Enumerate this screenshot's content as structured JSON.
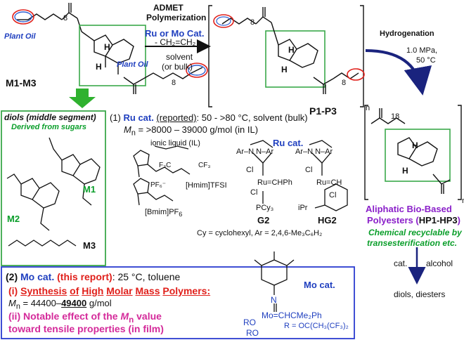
{
  "colors": {
    "green_box": "#3aa84a",
    "blue_box": "#2a3bd0",
    "ru_blue": "#1f3fbf",
    "oil_red": "#e0201b",
    "hydro_arrow": "#1a237e",
    "derived_green": "#0a9e2a",
    "product_purple": "#8a1fc9",
    "mo_magenta": "#d42a9a",
    "ellipse_blue": "#2f5fd0"
  },
  "monomer": {
    "plant_oil_left": "Plant Oil",
    "plant_oil_right": "Plant Oil",
    "subscript_8_top": "8",
    "subscript_8_bottom": "8",
    "label": "M1-M3",
    "H": "H"
  },
  "reaction1": {
    "title_line1": "ADMET",
    "title_line2": "Polymerization",
    "catalyst": "Ru or Mo Cat.",
    "byproduct": "- CH₂=CH₂",
    "solvent_line1": "solvent",
    "solvent_line2": "(or bulk)"
  },
  "polymer": {
    "label": "P1-P3",
    "n": "n",
    "subscript_8_top": "8",
    "subscript_8_bottom": "8"
  },
  "hydrogenation": {
    "title": "Hydrogenation",
    "pressure": "1.0 MPa,",
    "temp": "50 °C"
  },
  "hydrogenated": {
    "subscript_18": "18",
    "n": "n",
    "name_line1": "Aliphatic Bio-Based",
    "name_line2_a": "Polyesters (",
    "name_line2_b": "HP1-HP3",
    "name_line2_c": ")",
    "recycle_line1": "Chemical recyclable by",
    "recycle_line2": "transesterification etc."
  },
  "diols_box": {
    "title": "diols (middle segment)",
    "subtitle": "Derived from sugars",
    "m1": "M1",
    "m2": "M2",
    "m3": "M3"
  },
  "ru_section": {
    "prefix": "(1) ",
    "ru_cat": "Ru cat.",
    "reported": "(reported)",
    "conditions": ": 50 - >80 °C, solvent (bulk)",
    "mn_label": "M",
    "mn_sub": "n",
    "mn_value": " = >8000 – 39000 g/mol (in IL)",
    "ionic_liquid": "ionic liquid (IL)",
    "hmim": "[Hmim]TFSI",
    "bmim": "[Bmim]PF",
    "bmim_sub": "6",
    "pf6": "PF₆⁻",
    "tfsi_f3c_l": "F₃C",
    "tfsi_f3c_r": "CF₃",
    "ru_cat_label": "Ru cat.",
    "g2": "G2",
    "hg2": "HG2",
    "ar_n_ar": "Ar–N   N–Ar",
    "cl": "Cl",
    "ru_chph": "Ru=CHPh",
    "pcy3": "PCy₃",
    "ru_hg2": "Ru=CH",
    "ipr": "iPr",
    "definition": "Cy = cyclohexyl, Ar = 2,4,6-Me₃C₆H₂"
  },
  "mo_section": {
    "prefix": "(2) ",
    "mo_cat": "Mo cat.",
    "this_report": "(this report)",
    "conditions": ": 25 °C, toluene",
    "point_i_label": "(i) ",
    "point_i_words": [
      "Synthesis",
      "of",
      "High",
      "Molar",
      "Mass",
      "Polymers:"
    ],
    "mn_label": "M",
    "mn_sub": "n",
    "mn_value_a": " = 44400–",
    "mn_value_b": "49400",
    "mn_value_c": " g/mol",
    "point_ii_line1": "(ii) Notable effect of the ",
    "point_ii_mn": "M",
    "point_ii_mn_sub": "n",
    "point_ii_line1_end": " value",
    "point_ii_line2": "toward tensile properties (in film)",
    "mo_cat_label": "Mo cat.",
    "structure_N": "N",
    "structure_mo": "Mo=CHCMe₂Ph",
    "structure_ro1": "RO",
    "structure_ro2": "RO",
    "R_def": "R = OC(CH₃(CF₃)₂"
  },
  "depolymerization": {
    "cat": "cat.",
    "alcohol": "alcohol",
    "products": "diols, diesters"
  }
}
